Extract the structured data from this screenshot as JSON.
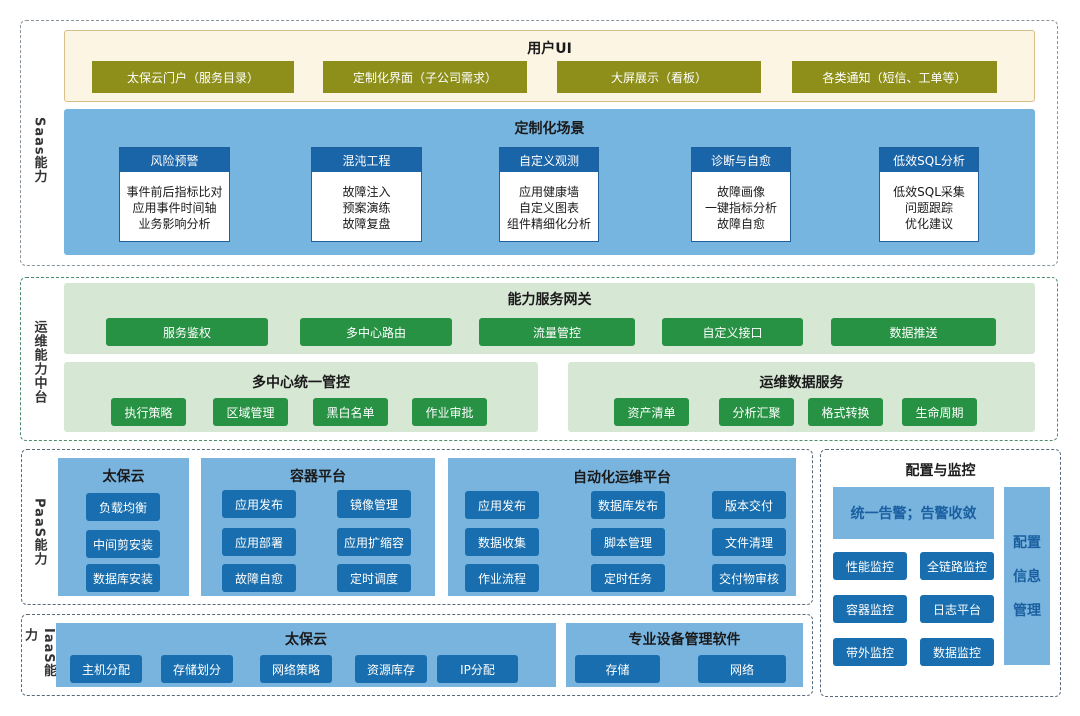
{
  "saas": {
    "label": "Saas能力",
    "user_ui": {
      "title": "用户UI",
      "items": [
        "太保云门户（服务目录）",
        "定制化界面（子公司需求）",
        "大屏展示（看板）",
        "各类通知（短信、工单等）"
      ]
    },
    "scenes": {
      "title": "定制化场景",
      "cards": [
        {
          "title": "风险预警",
          "lines": [
            "事件前后指标比对",
            "应用事件时间轴",
            "业务影响分析"
          ]
        },
        {
          "title": "混沌工程",
          "lines": [
            "故障注入",
            "预案演练",
            "故障复盘"
          ]
        },
        {
          "title": "自定义观测",
          "lines": [
            "应用健康墙",
            "自定义图表",
            "组件精细化分析"
          ]
        },
        {
          "title": "诊断与自愈",
          "lines": [
            "故障画像",
            "一键指标分析",
            "故障自愈"
          ]
        },
        {
          "title": "低效SQL分析",
          "lines": [
            "低效SQL采集",
            "问题跟踪",
            "优化建议"
          ]
        }
      ]
    }
  },
  "ops_platform": {
    "label": "运维能力中台",
    "gateway": {
      "title": "能力服务网关",
      "items": [
        "服务鉴权",
        "多中心路由",
        "流量管控",
        "自定义接口",
        "数据推送"
      ]
    },
    "multi_center": {
      "title": "多中心统一管控",
      "items": [
        "执行策略",
        "区域管理",
        "黑白名单",
        "作业审批"
      ]
    },
    "data_service": {
      "title": "运维数据服务",
      "items": [
        "资产清单",
        "分析汇聚",
        "格式转换",
        "生命周期"
      ]
    }
  },
  "paas": {
    "label": "PaaS能力",
    "taibao_cloud": {
      "title": "太保云",
      "items": [
        "负载均衡",
        "中间剪安装",
        "数据库安装"
      ]
    },
    "container": {
      "title": "容器平台",
      "items": [
        "应用发布",
        "镜像管理",
        "应用部署",
        "应用扩缩容",
        "故障自愈",
        "定时调度"
      ]
    },
    "automation": {
      "title": "自动化运维平台",
      "items": [
        "应用发布",
        "数据库发布",
        "版本交付",
        "数据收集",
        "脚本管理",
        "文件清理",
        "作业流程",
        "定时任务",
        "交付物审核"
      ]
    }
  },
  "iaas": {
    "label": "IaaS能力",
    "taibao_cloud": {
      "title": "太保云",
      "items": [
        "主机分配",
        "存储划分",
        "网络策略",
        "资源库存",
        "IP分配"
      ]
    },
    "device_mgmt": {
      "title": "专业设备管理软件",
      "items": [
        "存储",
        "网络"
      ]
    }
  },
  "config_monitor": {
    "title": "配置与监控",
    "alert": "统一告警；告警收敛",
    "config_info": [
      "配置",
      "信息",
      "管理"
    ],
    "items": [
      "性能监控",
      "全链路监控",
      "容器监控",
      "日志平台",
      "带外监控",
      "数据监控"
    ]
  }
}
